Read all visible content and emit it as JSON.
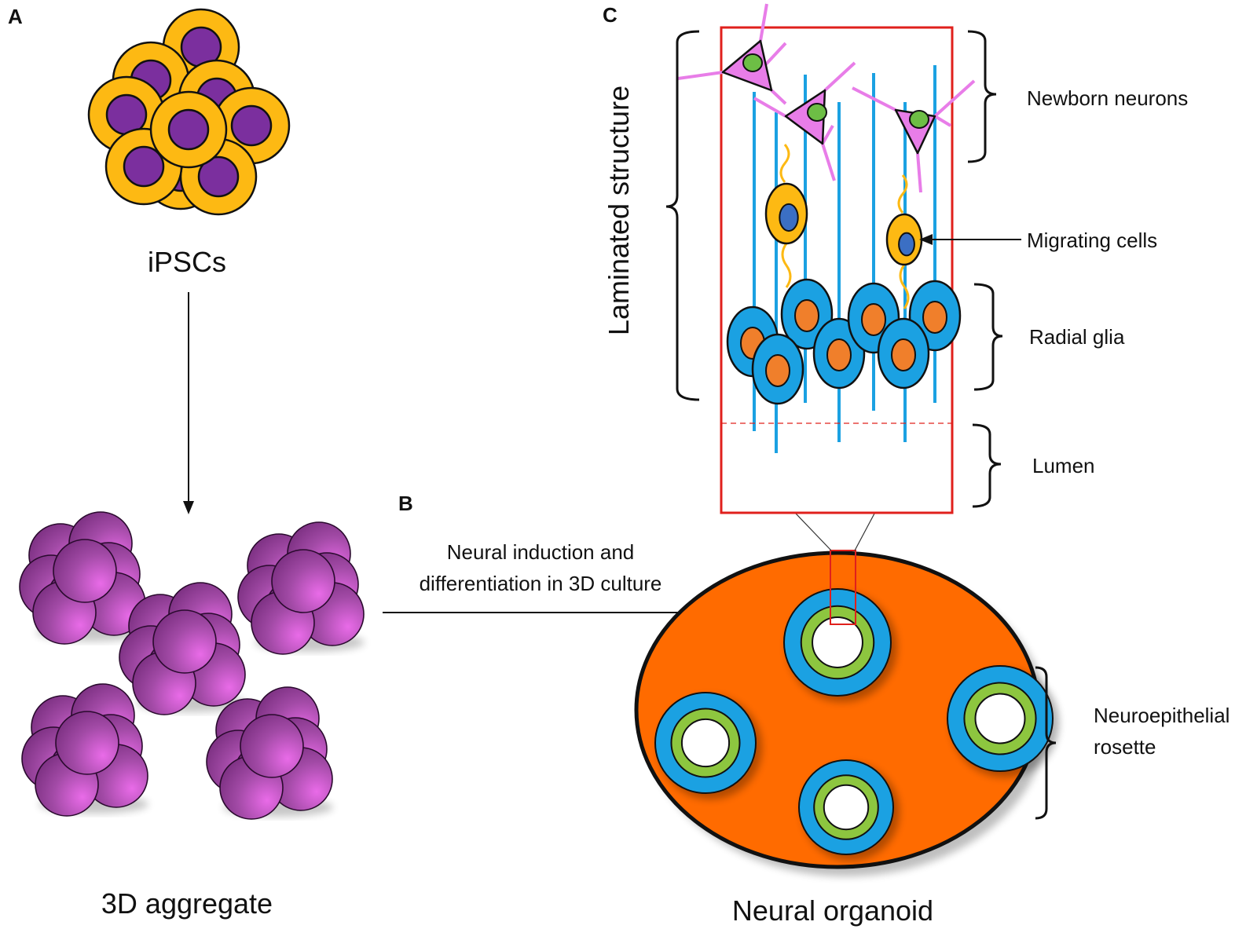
{
  "panels": {
    "a": "A",
    "b": "B",
    "c": "C"
  },
  "labels": {
    "ipscs": "iPSCs",
    "aggregate": "3D aggregate",
    "induction_line1": "Neural induction and",
    "induction_line2": "differentiation in 3D culture",
    "organoid": "Neural organoid",
    "laminated": "Laminated structure",
    "newborn": "Newborn neurons",
    "migrating": "Migrating cells",
    "radial_glia": "Radial glia",
    "lumen": "Lumen",
    "rosette_line1": "Neuroepithelial",
    "rosette_line2": "rosette"
  },
  "colors": {
    "ipsc_cytoplasm": "#FDB913",
    "ipsc_nucleus": "#7B2F9E",
    "aggregate_cell": "#9B3FA0",
    "organoid_body": "#FF6B00",
    "rosette_outer": "#1BA1E2",
    "rosette_inner": "#8DC63F",
    "glia_fiber": "#1BA1E2",
    "glia_nucleus": "#F07F2B",
    "neuron_body": "#E87DE8",
    "neuron_nucleus": "#6DBE45",
    "migrating_nucleus": "#3B6FC4",
    "highlight_box": "#E0201C"
  }
}
